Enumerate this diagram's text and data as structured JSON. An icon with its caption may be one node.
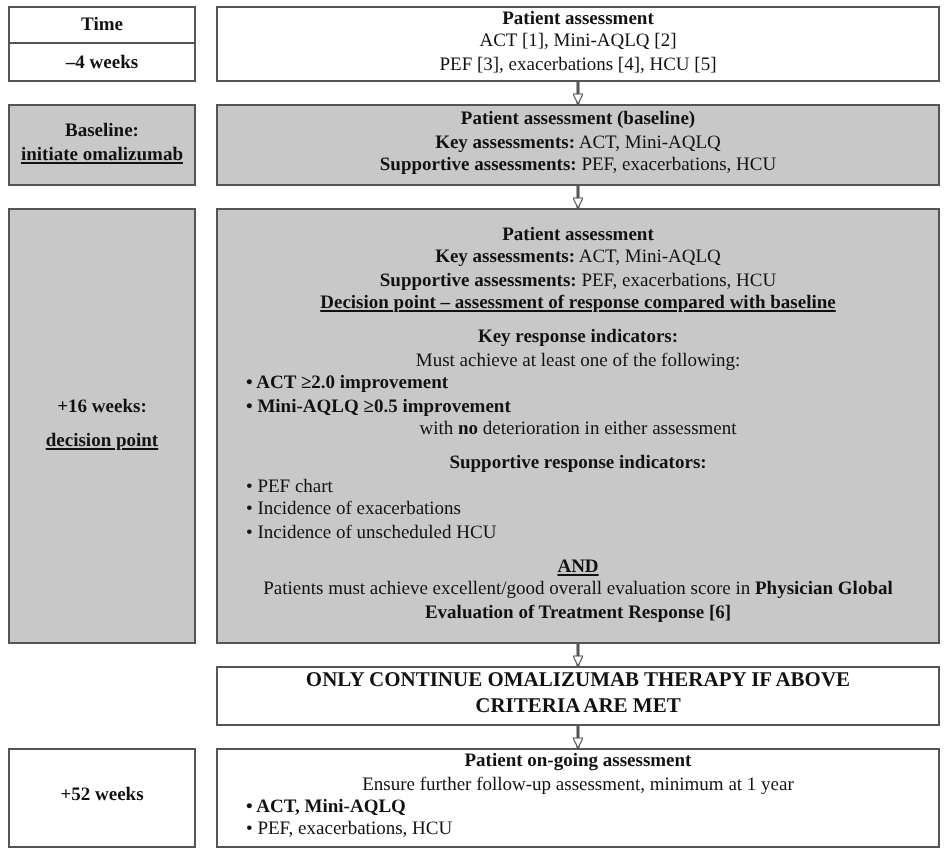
{
  "diagram": {
    "nodes": [
      {
        "text": [
          "Time",
          "–4 weeks"
        ]
      },
      {
        "text": [
          "Patient assessment",
          "ACT [1], Mini-AQLQ [2]",
          "PEF [3], exacerbations [4], HCU [5]"
        ]
      },
      {
        "text": [
          "Baseline:",
          "initiate omalizumab"
        ]
      },
      {
        "text": [
          "Patient assessment (baseline)",
          "**Key assessments:** ACT, Mini-AQLQ",
          "**Supportive assessments:** PEF, exacerbations, HCU"
        ]
      },
      {
        "text": [
          "+16 weeks:",
          "decision point"
        ]
      },
      {
        "text": [
          "Patient assessment",
          "**Key assessments:** ACT, Mini-AQLQ",
          "**Supportive assessments:** PEF, exacerbations, HCU",
          "Decision point – assessment of response compared with baseline",
          "Key response indicators:",
          "Must achieve at least one of the following:",
          "• ACT ≥2.0 improvement",
          "• Mini-AQLQ ≥0.5 improvement",
          "with **no** deterioration in either assessment",
          "Supportive response indicators:",
          "• PEF chart",
          "• Incidence of exacerbations",
          "• Incidence of unscheduled HCU",
          "AND",
          "Patients must achieve excellent/good overall evaluation score in **Physician Global Evaluation of Treatment Response [6]**"
        ]
      },
      {
        "text": [
          "ONLY CONTINUE OMALIZUMAB THERAPY IF ABOVE CRITERIA ARE MET"
        ]
      },
      {
        "text": [
          "+52 weeks"
        ]
      },
      {
        "text": [
          "Patient on-going assessment",
          "Ensure further follow-up assessment, minimum at 1 year",
          "• ACT, Mini-AQLQ",
          "• PEF, exacerbations, HCU"
        ]
      }
    ],
    "edges": [
      {
        "from": 1,
        "to": 3,
        "arrow": "to"
      },
      {
        "from": 3,
        "to": 5,
        "arrow": "to"
      },
      {
        "from": 5,
        "to": 6,
        "arrow": "to"
      },
      {
        "from": 6,
        "to": 8,
        "arrow": "to"
      }
    ]
  }
}
